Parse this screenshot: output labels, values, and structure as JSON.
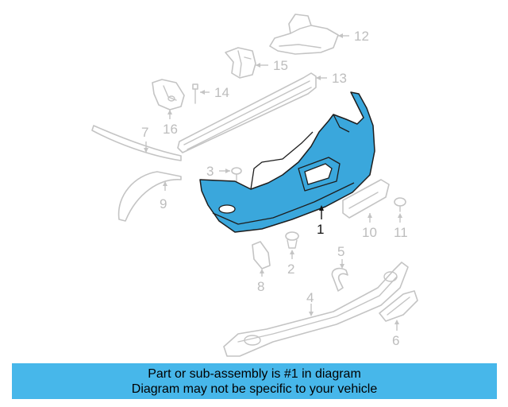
{
  "callouts": {
    "c1": "1",
    "c2": "2",
    "c3": "3",
    "c4": "4",
    "c5": "5",
    "c6": "6",
    "c7": "7",
    "c8": "8",
    "c9": "9",
    "c10": "10",
    "c11": "11",
    "c12": "12",
    "c13": "13",
    "c14": "14",
    "c15": "15",
    "c16": "16"
  },
  "highlight_color": "#3aa7dc",
  "info_bar": {
    "line1": "Part or sub-assembly is #1 in diagram",
    "line2": "Diagram may not be specific to your vehicle",
    "background": "#47b7ea"
  }
}
